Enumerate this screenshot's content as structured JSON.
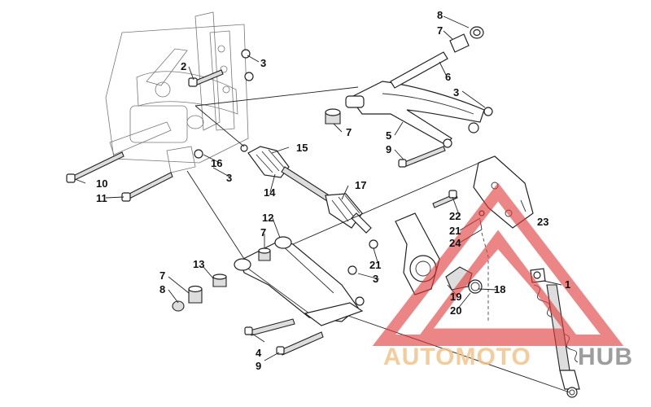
{
  "callouts": [
    {
      "key": "c1",
      "label": "1"
    },
    {
      "key": "c2",
      "label": "2"
    },
    {
      "key": "c3a",
      "label": "3"
    },
    {
      "key": "c3b",
      "label": "3"
    },
    {
      "key": "c3c",
      "label": "3"
    },
    {
      "key": "c3d",
      "label": "3"
    },
    {
      "key": "c4",
      "label": "4"
    },
    {
      "key": "c5",
      "label": "5"
    },
    {
      "key": "c6",
      "label": "6"
    },
    {
      "key": "c7a",
      "label": "7"
    },
    {
      "key": "c7b",
      "label": "7"
    },
    {
      "key": "c7c",
      "label": "7"
    },
    {
      "key": "c7d",
      "label": "7"
    },
    {
      "key": "c8a",
      "label": "8"
    },
    {
      "key": "c8b",
      "label": "8"
    },
    {
      "key": "c9a",
      "label": "9"
    },
    {
      "key": "c9b",
      "label": "9"
    },
    {
      "key": "c10",
      "label": "10"
    },
    {
      "key": "c11",
      "label": "11"
    },
    {
      "key": "c12",
      "label": "12"
    },
    {
      "key": "c13",
      "label": "13"
    },
    {
      "key": "c14",
      "label": "14"
    },
    {
      "key": "c15",
      "label": "15"
    },
    {
      "key": "c16",
      "label": "16"
    },
    {
      "key": "c17",
      "label": "17"
    },
    {
      "key": "c18",
      "label": "18"
    },
    {
      "key": "c19",
      "label": "19"
    },
    {
      "key": "c20",
      "label": "20"
    },
    {
      "key": "c21a",
      "label": "21"
    },
    {
      "key": "c21b",
      "label": "21"
    },
    {
      "key": "c22",
      "label": "22"
    },
    {
      "key": "c23",
      "label": "23"
    },
    {
      "key": "c24",
      "label": "24"
    }
  ],
  "watermark": {
    "text_part1": "AUTOMOTO",
    "text_part2": "HUB",
    "color_primary": "#f3c38a",
    "color_secondary": "#8c8c8c",
    "logo_color": "#e23b3b"
  }
}
